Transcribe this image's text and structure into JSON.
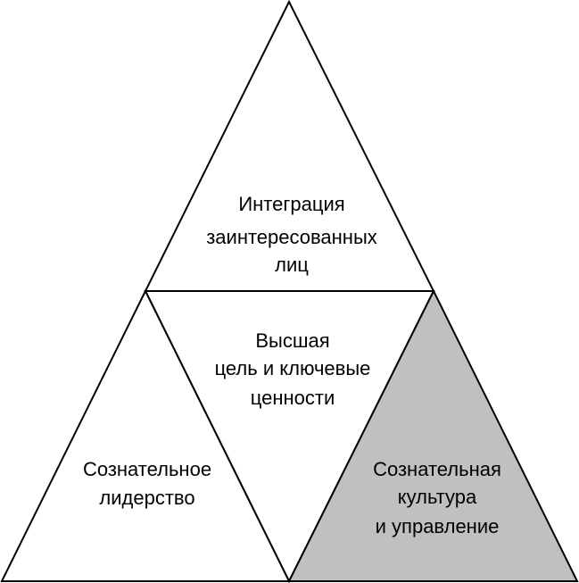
{
  "colors": {
    "background": "#ffffff",
    "outline": "#000000",
    "text": "#000000",
    "highlight": "#c0c0c0"
  },
  "segments": {
    "top": {
      "lines": [
        "Интеграция",
        "заинтересованных",
        "лиц"
      ],
      "fill": "#ffffff"
    },
    "center": {
      "lines": [
        "Высшая",
        "цель и ключевые",
        "ценности"
      ],
      "fill": "#ffffff"
    },
    "left": {
      "lines": [
        "Сознательное",
        "лидерство"
      ],
      "fill": "#ffffff"
    },
    "right": {
      "lines": [
        "Сознательная",
        "культура",
        "и управление"
      ],
      "fill": "#c0c0c0"
    }
  }
}
